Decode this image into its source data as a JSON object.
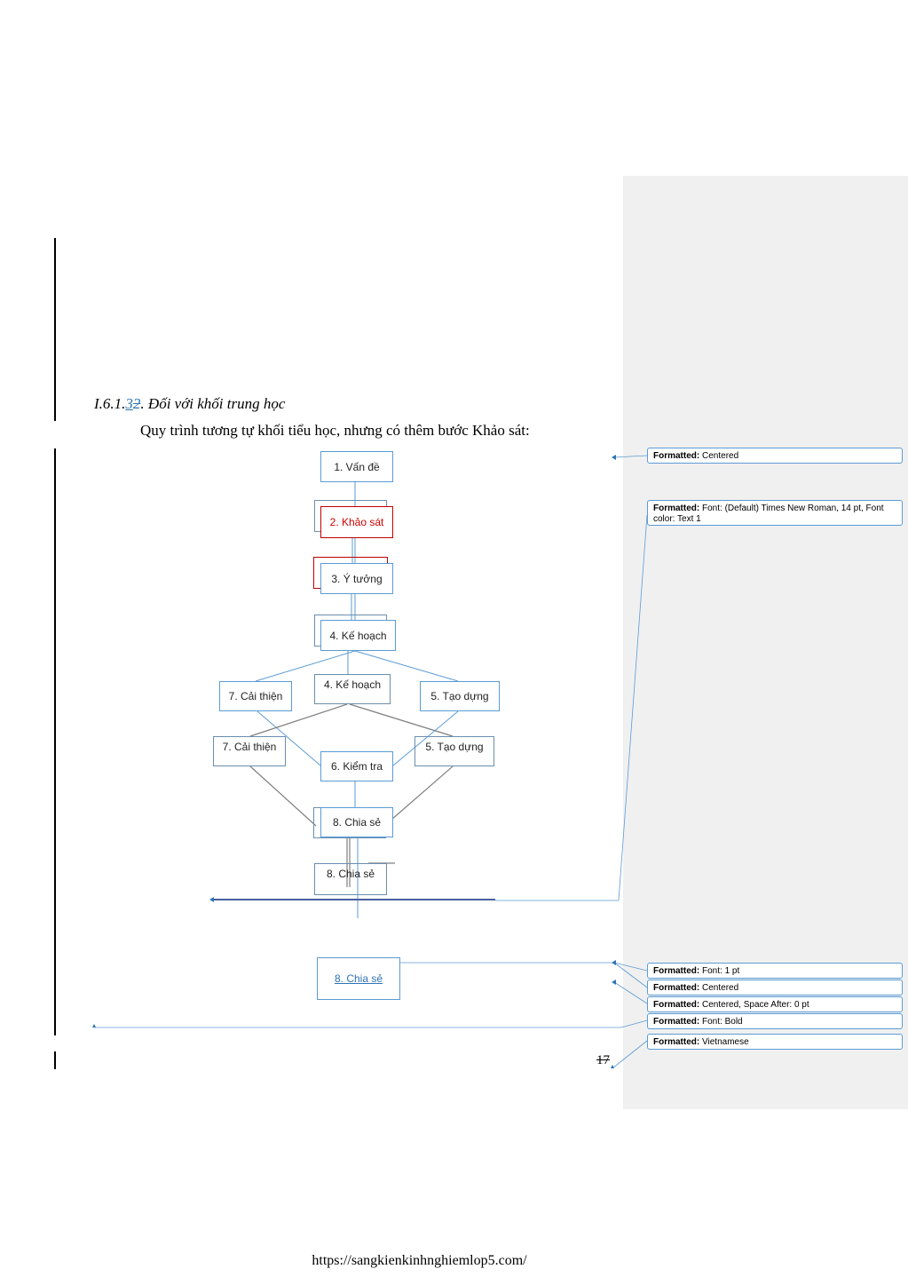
{
  "heading": {
    "prefix": "I.6.1.",
    "inserted": "3",
    "deleted": "2",
    "suffix": ". Đối với khối trung học"
  },
  "intro": "Quy trình tương tự khối tiểu học, nhưng có thêm bước Khảo sát:",
  "flow": {
    "step1": "1. Vấn đề",
    "step2": "2. Khảo sát",
    "step3": "3. Ý tưởng",
    "step4": "4. Kế hoạch",
    "step5": "5. Tạo dựng",
    "step6": "6. Kiểm tra",
    "step7": "7. Cải thiện",
    "step8": "8. Chia sẻ",
    "step8_final": "8. Chia  sẻ"
  },
  "comments": [
    {
      "label": "Formatted:",
      "text": "Centered"
    },
    {
      "label": "Formatted:",
      "text": "Font: (Default) Times New Roman, 14 pt, Font color: Text 1"
    },
    {
      "label": "Formatted:",
      "text": "Font: 1 pt"
    },
    {
      "label": "Formatted:",
      "text": "Centered"
    },
    {
      "label": "Formatted:",
      "text": "Centered, Space After:  0 pt"
    },
    {
      "label": "Formatted:",
      "text": "Font: Bold"
    },
    {
      "label": "Formatted:",
      "text": "Vietnamese"
    }
  ],
  "page_number": "17",
  "footer_url": "https://sangkienkinhnghiemlop5.com/",
  "colors": {
    "revision_blue": "#2e74b5",
    "box_border": "#5b9bd5",
    "highlight_red": "#c00000",
    "comment_pane": "#f0f0f0"
  }
}
